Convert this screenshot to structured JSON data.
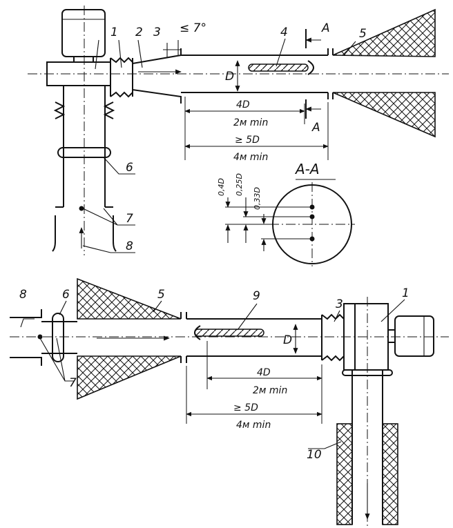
{
  "callouts": {
    "n1": "1",
    "n2": "2",
    "n3": "3",
    "n4": "4",
    "n5": "5",
    "n6": "6",
    "n7": "7",
    "n8": "8",
    "n9": "9",
    "n10": "10"
  },
  "angle_label": "≤ 7°",
  "diameter_label": "D",
  "section": {
    "letter": "A",
    "title": "A-A"
  },
  "dimensions": {
    "distance_4d": "4D",
    "distance_2m": "2м min",
    "distance_5d": "≥ 5D",
    "distance_4m": "4м min"
  },
  "section_offsets": {
    "a": "0,4D",
    "b": "0,25D",
    "c": "0,33D"
  },
  "colors": {
    "ink": "#111111",
    "paper": "#ffffff"
  }
}
